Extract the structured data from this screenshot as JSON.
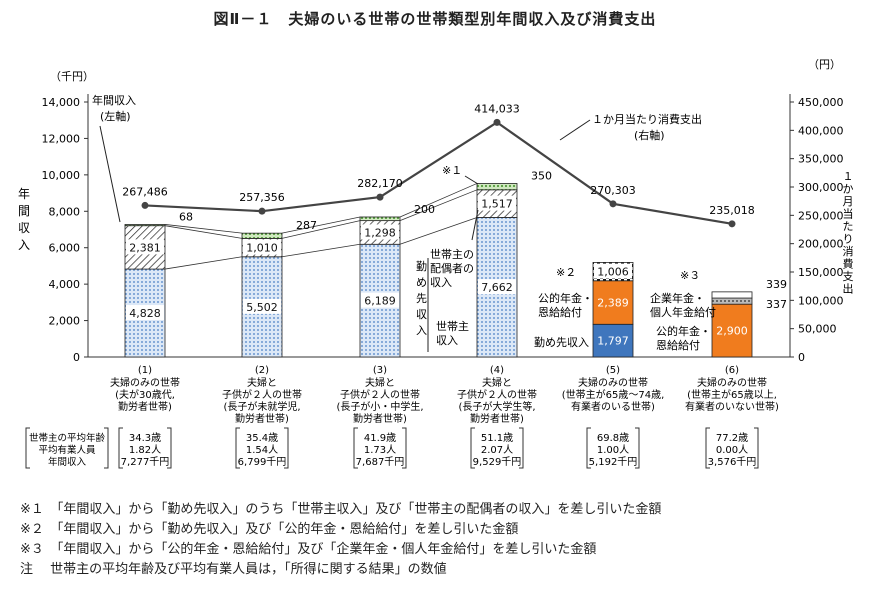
{
  "title": "図Ⅱ－１　夫婦のいる世帯の世帯類型別年間収入及び消費支出",
  "chart_data": {
    "type": "bar",
    "left_axis": {
      "unit": "（千円）",
      "label": "年間収入",
      "range": [
        0,
        14000
      ],
      "ticks": [
        "0",
        "2,000",
        "4,000",
        "6,000",
        "8,000",
        "10,000",
        "12,000",
        "14,000"
      ]
    },
    "right_axis": {
      "unit": "（円）",
      "label": "１か月当たり消費支出",
      "range": [
        0,
        450000
      ],
      "ticks": [
        "0",
        "50,000",
        "100,000",
        "150,000",
        "200,000",
        "250,000",
        "300,000",
        "350,000",
        "400,000",
        "450,000"
      ]
    },
    "grid": false,
    "categories": [
      {
        "num": "(1)",
        "lines": [
          "夫婦のみの世帯",
          "(夫が30歳代,",
          "勤労者世帯)"
        ],
        "info": [
          "34.3歳",
          "1.82人",
          "7,277千円"
        ]
      },
      {
        "num": "(2)",
        "lines": [
          "夫婦と",
          "子供が２人の世帯",
          "(長子が未就学児,",
          "勤労者世帯)"
        ],
        "info": [
          "35.4歳",
          "1.54人",
          "6,799千円"
        ]
      },
      {
        "num": "(3)",
        "lines": [
          "夫婦と",
          "子供が２人の世帯",
          "(長子が小・中学生,",
          "勤労者世帯)"
        ],
        "info": [
          "41.9歳",
          "1.73人",
          "7,687千円"
        ]
      },
      {
        "num": "(4)",
        "lines": [
          "夫婦と",
          "子供が２人の世帯",
          "(長子が大学生等,",
          "勤労者世帯)"
        ],
        "info": [
          "51.1歳",
          "2.07人",
          "9,529千円"
        ]
      },
      {
        "num": "(5)",
        "lines": [
          "夫婦のみの世帯",
          "(世帯主が65歳～74歳,",
          "有業者のいる世帯)"
        ],
        "info": [
          "69.8歳",
          "1.00人",
          "5,192千円"
        ]
      },
      {
        "num": "(6)",
        "lines": [
          "夫婦のみの世帯",
          "(世帯主が65歳以上,",
          "有業者のいない世帯)"
        ],
        "info": [
          "77.2歳",
          "0.00人",
          "3,576千円"
        ]
      }
    ],
    "info_header": [
      "世帯主の平均年齢",
      "平均有業人員",
      "年間収入"
    ],
    "stacks": [
      [
        {
          "seg": "head",
          "value": 4828,
          "label": "4,828"
        },
        {
          "seg": "spouse",
          "value": 2381,
          "label": "2,381"
        },
        {
          "seg": "other",
          "value": 68,
          "label": "68"
        }
      ],
      [
        {
          "seg": "head",
          "value": 5502,
          "label": "5,502"
        },
        {
          "seg": "spouse",
          "value": 1010,
          "label": "1,010"
        },
        {
          "seg": "other",
          "value": 287,
          "label": "287"
        }
      ],
      [
        {
          "seg": "head",
          "value": 6189,
          "label": "6,189"
        },
        {
          "seg": "spouse",
          "value": 1298,
          "label": "1,298"
        },
        {
          "seg": "other",
          "value": 200,
          "label": "200"
        }
      ],
      [
        {
          "seg": "head",
          "value": 7662,
          "label": "7,662"
        },
        {
          "seg": "spouse",
          "value": 1517,
          "label": "1,517"
        },
        {
          "seg": "other",
          "value": 350,
          "label": "350"
        }
      ],
      [
        {
          "seg": "work",
          "value": 1797,
          "label": "1,797"
        },
        {
          "seg": "pension",
          "value": 2389,
          "label": "2,389"
        },
        {
          "seg": "other2",
          "value": 1006,
          "label": "1,006"
        }
      ],
      [
        {
          "seg": "pension",
          "value": 2900,
          "label": "2,900"
        },
        {
          "seg": "corp",
          "value": 337,
          "label": "337"
        },
        {
          "seg": "other3",
          "value": 339,
          "label": "339"
        }
      ]
    ],
    "consumption": {
      "values": [
        267486,
        257356,
        282170,
        414033,
        270303,
        235018
      ],
      "labels": [
        "267,486",
        "257,356",
        "282,170",
        "414,033",
        "270,303",
        "235,018"
      ]
    },
    "annotations": {
      "income_left": [
        "年間収入",
        "(左軸)"
      ],
      "consumption_right": [
        "１か月当たり消費支出",
        "(右軸)"
      ],
      "work_income": "勤め先収入",
      "spouse_income": [
        "世帯主の",
        "配偶者の",
        "収入"
      ],
      "head_income": [
        "世帯主",
        "収入"
      ],
      "mark1": "※１",
      "mark2": "※２",
      "mark3": "※３",
      "pension": [
        "公的年金・",
        "恩給給付"
      ],
      "corp_pension": [
        "企業年金・",
        "個人年金給付"
      ],
      "work5": "勤め先収入"
    },
    "colors": {
      "blue": "#4a7fc4",
      "orange": "#f07c1e",
      "green": "#5fae3c",
      "line": "#444444"
    }
  },
  "notes": [
    "※１　「年間収入」から「勤め先収入」のうち「世帯主収入」及び「世帯主の配偶者の収入」を差し引いた金額",
    "※２　「年間収入」から「勤め先収入」及び「公的年金・恩給給付」を差し引いた金額",
    "※３　「年間収入」から「公的年金・恩給給付」及び「企業年金・個人年金給付」を差し引いた金額",
    "注　 世帯主の平均年齢及び平均有業人員は，「所得に関する結果」の数値"
  ]
}
